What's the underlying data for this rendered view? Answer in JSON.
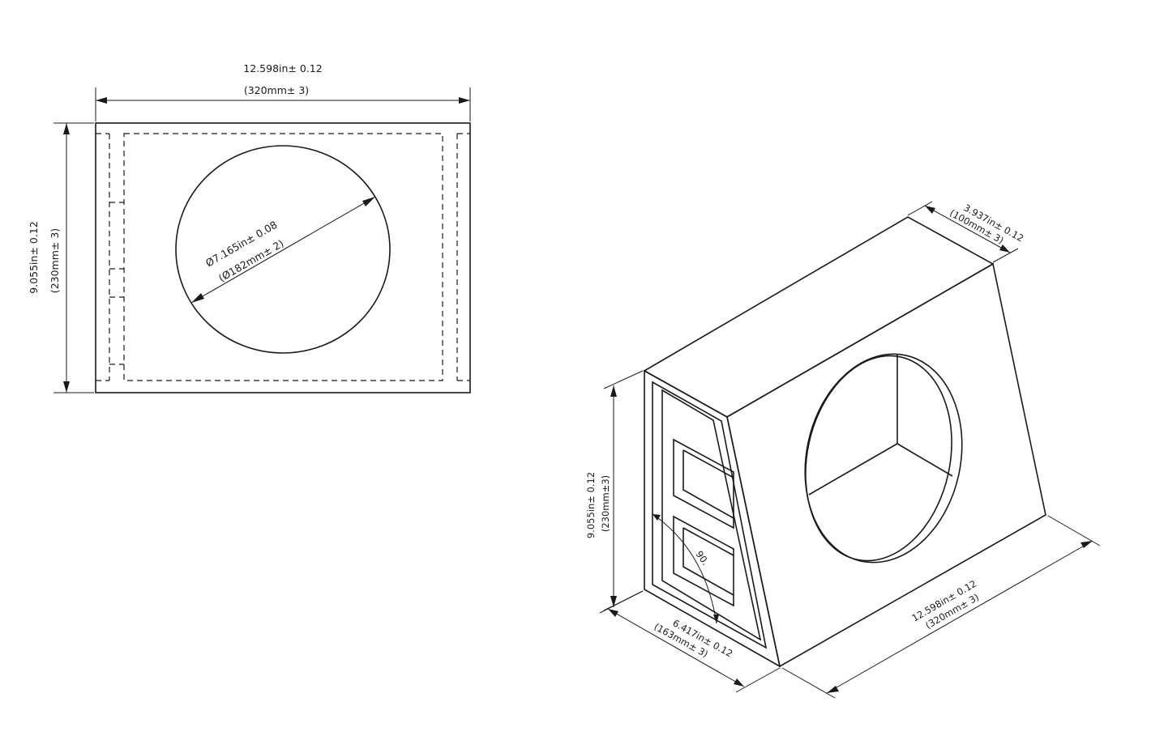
{
  "front_view": {
    "width_dim": {
      "imperial": "12.598in± 0.12",
      "metric": "(320mm± 3)"
    },
    "height_dim": {
      "imperial": "9.055in± 0.12",
      "metric": "(230mm± 3)"
    },
    "hole_dim": {
      "imperial": "Ø7.165in± 0.08",
      "metric": "(Ø182mm± 2)"
    }
  },
  "iso_view": {
    "depth_top_dim": {
      "imperial": "3.937in± 0.12",
      "metric": "(100mm± 3)"
    },
    "height_dim": {
      "imperial": "9.055in± 0.12",
      "metric": "(230mm±3)"
    },
    "depth_bottom_dim": {
      "imperial": "6.417in± 0.12",
      "metric": "(163mm± 3)"
    },
    "width_dim": {
      "imperial": "12.598in± 0.12",
      "metric": "(320mm± 3)"
    },
    "angle_label": "90."
  }
}
